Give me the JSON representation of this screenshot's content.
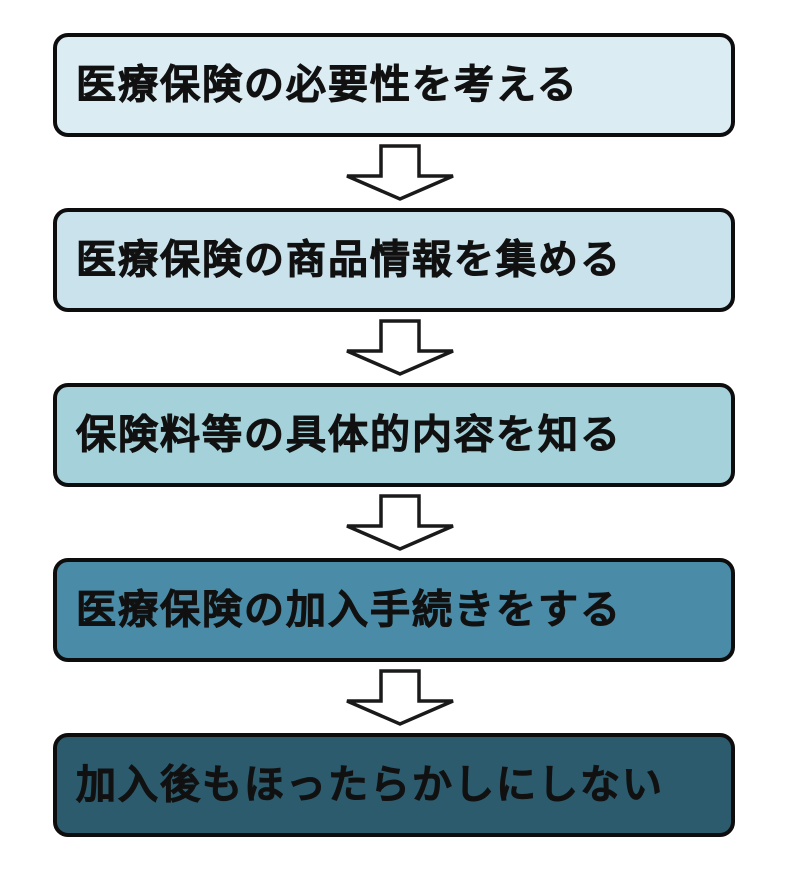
{
  "flowchart": {
    "description": "Vertical 5-step flow diagram about medical insurance enrollment process",
    "background": "#ffffff",
    "box_border_color": "#0d0d0d",
    "text_color": "#111111",
    "connector": {
      "icon": "down-block-arrow-icon",
      "fill": "#ffffff",
      "stroke": "#1a1a1a"
    },
    "steps": [
      {
        "label": "医療保険の必要性を考える",
        "bg": "#dcecf3"
      },
      {
        "label": "医療保険の商品情報を集める",
        "bg": "#c9e2ec"
      },
      {
        "label": "保険料等の具体的内容を知る",
        "bg": "#a5d2da"
      },
      {
        "label": "医療保険の加入手続きをする",
        "bg": "#4a8ca8"
      },
      {
        "label": "加入後もほったらかしにしない",
        "bg": "#2c5b6e"
      }
    ]
  }
}
